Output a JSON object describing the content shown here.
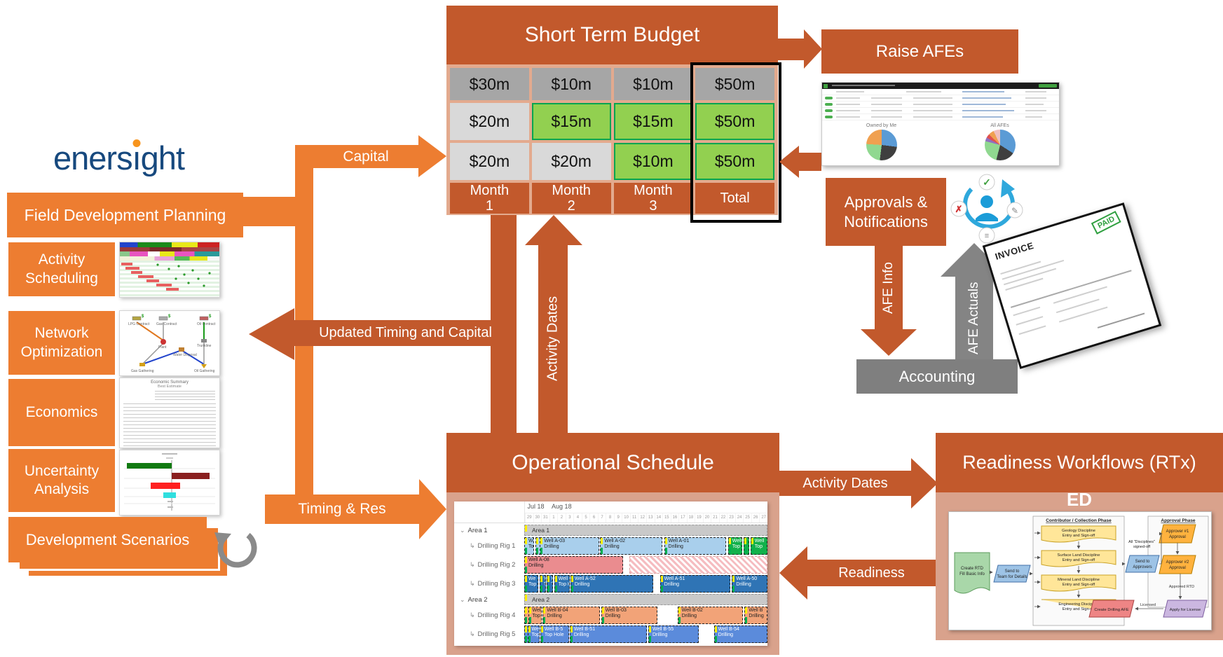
{
  "palette": {
    "orange": "#ED7D31",
    "rust": "#C2592C",
    "salmon": "#E3AA8E",
    "dark_cell": "#A6A6A6",
    "light_cell": "#D9D9D9",
    "green_cell": "#92D050",
    "green_border": "#00A550",
    "accounting_gray": "#7F7F7F",
    "arrow_gray": "#848484",
    "logo_blue": "#17497E",
    "logo_dot": "#F7941D"
  },
  "logo": {
    "pre": "eners",
    "i": "ı",
    "post": "ght"
  },
  "sidebar": {
    "fdp": "Field Development Planning",
    "items": [
      {
        "label": "Activity Scheduling"
      },
      {
        "label": "Network Optimization"
      },
      {
        "label": "Economics"
      },
      {
        "label": "Uncertainty Analysis"
      }
    ],
    "scenarios": "Development Scenarios",
    "econ_thumb": {
      "l1": "Economic Summary",
      "l2": "Best Estimate"
    },
    "network_thumb": [
      "LPG Contract",
      "Gas Contract",
      "Oil Contract",
      "Plant",
      "Trunkline",
      "Water Disposal",
      "Gas Gathering",
      "Oil Gathering"
    ]
  },
  "flows": {
    "capital": "Capital",
    "updated": "Updated Timing and Capital",
    "timing_res": "Timing & Res",
    "activity_dates_v": "Activity Dates",
    "activity_dates_h": "Activity Dates",
    "readiness": "Readiness",
    "afe_info": "AFE Info",
    "afe_actuals": "AFE Actuals"
  },
  "budget": {
    "title": "Short Term Budget",
    "cells": [
      [
        "$30m",
        "$10m",
        "$10m",
        "$50m"
      ],
      [
        "$20m",
        "$15m",
        "$15m",
        "$50m"
      ],
      [
        "$20m",
        "$20m",
        "$10m",
        "$50m"
      ]
    ],
    "cell_styles": [
      [
        "dark",
        "dark",
        "dark",
        "dark"
      ],
      [
        "light",
        "green",
        "green",
        "green"
      ],
      [
        "light",
        "light",
        "green",
        "green"
      ]
    ],
    "footer": [
      {
        "l1": "Month",
        "l2": "1"
      },
      {
        "l1": "Month",
        "l2": "2"
      },
      {
        "l1": "Month",
        "l2": "3"
      },
      {
        "l1": "Total",
        "l2": ""
      }
    ]
  },
  "raise_afes": {
    "title": "Raise AFEs",
    "pie1_title": "Owned by Me",
    "pie2_title": "All AFEs"
  },
  "approvals": {
    "l1": "Approvals &",
    "l2": "Notifications"
  },
  "accounting": {
    "label": "Accounting"
  },
  "invoice": {
    "title": "INVOICE",
    "stamp": "PAID"
  },
  "op_schedule": {
    "title": "Operational Schedule"
  },
  "gantt": {
    "months": [
      "Jul 18",
      "Aug 18"
    ],
    "days": [
      "29",
      "30",
      "31",
      "1",
      "2",
      "3",
      "4",
      "5",
      "6",
      "7",
      "8",
      "9",
      "10",
      "11",
      "12",
      "13",
      "14",
      "15",
      "16",
      "17",
      "18",
      "19",
      "20",
      "21",
      "22",
      "23",
      "24",
      "25",
      "26",
      "27"
    ],
    "rows": [
      {
        "type": "group",
        "label": "Area 1",
        "bars": [
          {
            "l": 0,
            "w": 100,
            "c": "gray",
            "t1": "Area 1",
            "t2": ""
          }
        ]
      },
      {
        "type": "rig",
        "label": "Drilling Rig 1",
        "bars": [
          {
            "l": 0,
            "w": 4,
            "c": "lb",
            "t1": "We",
            "t2": "Top"
          },
          {
            "l": 4.6,
            "w": 1.6,
            "c": "lb",
            "t1": "",
            "t2": ""
          },
          {
            "l": 6.4,
            "w": 24.4,
            "c": "lb",
            "t1": "Well A-03",
            "t2": "Drilling"
          },
          {
            "l": 31.2,
            "w": 25.6,
            "c": "lb",
            "t1": "Well A-02",
            "t2": "Drilling"
          },
          {
            "l": 57.5,
            "w": 25.6,
            "c": "lb",
            "t1": "Well A-01",
            "t2": "Drilling"
          },
          {
            "l": 83.8,
            "w": 5.8,
            "c": "gn",
            "t1": "Well",
            "t2": "Top"
          },
          {
            "l": 90.2,
            "w": 2.2,
            "c": "gn",
            "t1": "T",
            "t2": ""
          },
          {
            "l": 93,
            "w": 7,
            "c": "gn",
            "t1": "Well",
            "t2": "Top"
          }
        ]
      },
      {
        "type": "rig",
        "label": "Drilling Rig 2",
        "bars": [
          {
            "l": 0,
            "w": 40.5,
            "c": "rd",
            "t1": "Well A-08",
            "t2": "Drilling"
          },
          {
            "l": 43.2,
            "w": 56.8,
            "c": "hatch",
            "t1": "",
            "t2": ""
          }
        ]
      },
      {
        "type": "rig",
        "label": "Drilling Rig 3",
        "bars": [
          {
            "l": 0,
            "w": 5.8,
            "c": "db",
            "t1": "We",
            "t2": "Top"
          },
          {
            "l": 6.3,
            "w": 2.6,
            "c": "db",
            "t1": "V",
            "t2": "T"
          },
          {
            "l": 9.3,
            "w": 2.6,
            "c": "db",
            "t1": "W",
            "t2": "T"
          },
          {
            "l": 12.3,
            "w": 6.3,
            "c": "db",
            "t1": "Well",
            "t2": "Top H"
          },
          {
            "l": 19,
            "w": 34,
            "c": "db",
            "t1": "Well A-52",
            "t2": "Drilling"
          },
          {
            "l": 55.8,
            "w": 29,
            "c": "db",
            "t1": "Well A-51",
            "t2": "Drilling"
          },
          {
            "l": 85.4,
            "w": 14.6,
            "c": "db",
            "t1": "Well A-50",
            "t2": "Drilling"
          }
        ]
      },
      {
        "type": "group",
        "label": "Area 2",
        "bars": [
          {
            "l": 0,
            "w": 100,
            "c": "gray",
            "t1": "Area 2",
            "t2": ""
          }
        ]
      },
      {
        "type": "rig",
        "label": "Drilling Rig 4",
        "bars": [
          {
            "l": 0,
            "w": 1.3,
            "c": "or",
            "t1": "",
            "t2": ""
          },
          {
            "l": 1.6,
            "w": 5.7,
            "c": "or",
            "t1": "Well",
            "t2": "Top E"
          },
          {
            "l": 7.6,
            "w": 23.4,
            "c": "or",
            "t1": "Well B-04",
            "t2": "Drilling"
          },
          {
            "l": 31.6,
            "w": 23.1,
            "c": "or",
            "t1": "Well B-03",
            "t2": "Drilling"
          },
          {
            "l": 63,
            "w": 27,
            "c": "or",
            "t1": "Well B-02",
            "t2": "Drilling"
          },
          {
            "l": 90.6,
            "w": 9.4,
            "c": "or",
            "t1": "Well B",
            "t2": "Drilling"
          }
        ]
      },
      {
        "type": "rig",
        "label": "Drilling Rig 5",
        "bars": [
          {
            "l": 0,
            "w": 1,
            "c": "bl",
            "t1": "",
            "t2": ""
          },
          {
            "l": 1.3,
            "w": 5,
            "c": "bl",
            "t1": "Well",
            "t2": "Top F"
          },
          {
            "l": 6.6,
            "w": 11.8,
            "c": "bl",
            "t1": "Well B-5",
            "t2": "Top Hole"
          },
          {
            "l": 18.7,
            "w": 31.7,
            "c": "bl",
            "t1": "Well B-51",
            "t2": "Drilling"
          },
          {
            "l": 51,
            "w": 20.8,
            "c": "bl",
            "t1": "Well B-55",
            "t2": "Drilling"
          },
          {
            "l": 78,
            "w": 22,
            "c": "bl",
            "t1": "Well B-54",
            "t2": "Drilling"
          }
        ]
      }
    ]
  },
  "readiness": {
    "title": "Readiness Workflows (RTx)",
    "ed": "ED",
    "phase1": "Contributor / Collection Phase",
    "phase2": "Approval Phase",
    "create": {
      "l1": "Create RTD",
      "l2": "Fill Basic Info"
    },
    "send_team": {
      "l1": "Send to",
      "l2": "Team for Details"
    },
    "disc": [
      {
        "l1": "Geology Discipline",
        "l2": "Entry and Sign-off"
      },
      {
        "l1": "Surface Land Discipline",
        "l2": "Entry and Sign-off"
      },
      {
        "l1": "Mineral Land Discipline",
        "l2": "Entry and Sign-off"
      },
      {
        "l1": "Engineering Discipline",
        "l2": "Entry and Sign-off"
      }
    ],
    "all_signed": {
      "l1": "All \"Disciplines\"",
      "l2": "signed-off"
    },
    "send_approvers": {
      "l1": "Send to",
      "l2": "Approvers"
    },
    "appr1": {
      "l1": "Approver #1",
      "l2": "Approval"
    },
    "appr2": {
      "l1": "Approver #2",
      "l2": "Approval"
    },
    "approved": "Approved RTD",
    "apply": "Apply for License",
    "licensed": "Licensed",
    "create_afe": "Create Drilling AFE"
  }
}
